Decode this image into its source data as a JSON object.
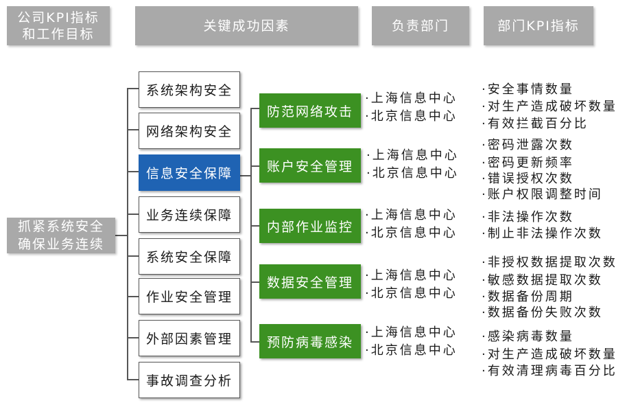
{
  "headers": {
    "company_kpi": "公司KPI指标\n和工作目标",
    "csf": "关键成功因素",
    "department": "负责部门",
    "dept_kpi": "部门KPI指标"
  },
  "goal": "抓紧系统安全\n确保业务连续",
  "factors": [
    "系统架构安全",
    "网络架构安全",
    "信息安全保障",
    "业务连续保障",
    "系统安全保障",
    "作业安全管理",
    "外部因素管理",
    "事故调查分析"
  ],
  "measures": [
    "防范网络攻击",
    "账户安全管理",
    "内部作业监控",
    "数据安全管理",
    "预防病毒感染"
  ],
  "departments": [
    [
      "·上海信息中心",
      "·北京信息中心"
    ],
    [
      "·上海信息中心",
      "·北京信息中心"
    ],
    [
      "·上海信息中心",
      "·北京信息中心"
    ],
    [
      "·上海信息中心",
      "·北京信息中心"
    ],
    [
      "·上海信息中心",
      "·北京信息中心"
    ]
  ],
  "kpis": [
    [
      "·安全事情数量",
      "·对生产造成破坏数量",
      "·有效拦截百分比"
    ],
    [
      "·密码泄露次数",
      "·密码更新频率",
      "·错误授权次数",
      "·账户权限调整时间"
    ],
    [
      "·非法操作次数",
      "·制止非法操作次数"
    ],
    [
      "·非授权数据提取次数",
      "·敏感数据提取次数",
      "·数据备份周期",
      "·数据备份失败次数"
    ],
    [
      "·感染病毒数量",
      "·对生产造成破坏数量",
      "·有效清理病毒百分比"
    ]
  ],
  "colors": {
    "header_bg": "#a9a9a9",
    "selected_factor": "#1f63b3",
    "measure_green": "#3c9122"
  }
}
